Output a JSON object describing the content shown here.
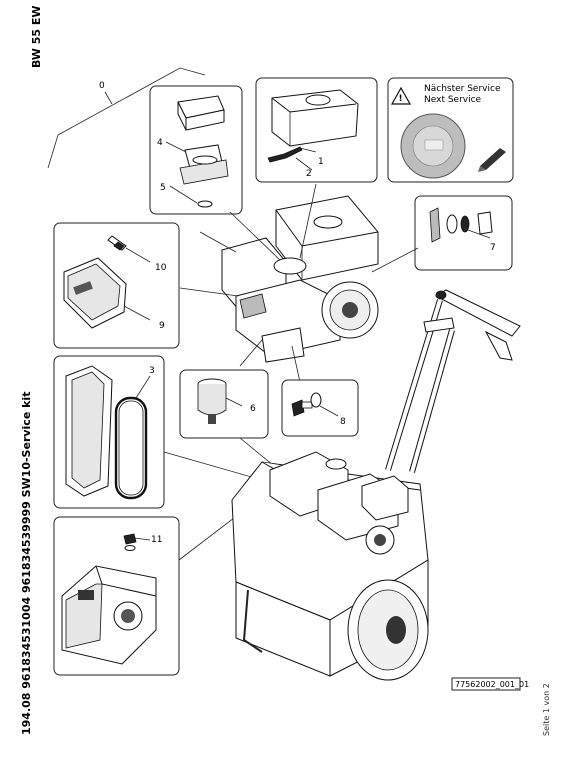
{
  "header": {
    "model": "BW 55 EW"
  },
  "sidebar": {
    "kit_title": "194.08 961834531004 961834539999 SW10-Service kit"
  },
  "footer": {
    "page_label": "Seite 1 von 2",
    "drawing_number": "77562002_001_01"
  },
  "service_box": {
    "line1": "Nächster Service",
    "line2": "Next Service"
  },
  "callouts": [
    "0",
    "1",
    "2",
    "3",
    "4",
    "5",
    "6",
    "7",
    "8",
    "9",
    "10",
    "11"
  ]
}
